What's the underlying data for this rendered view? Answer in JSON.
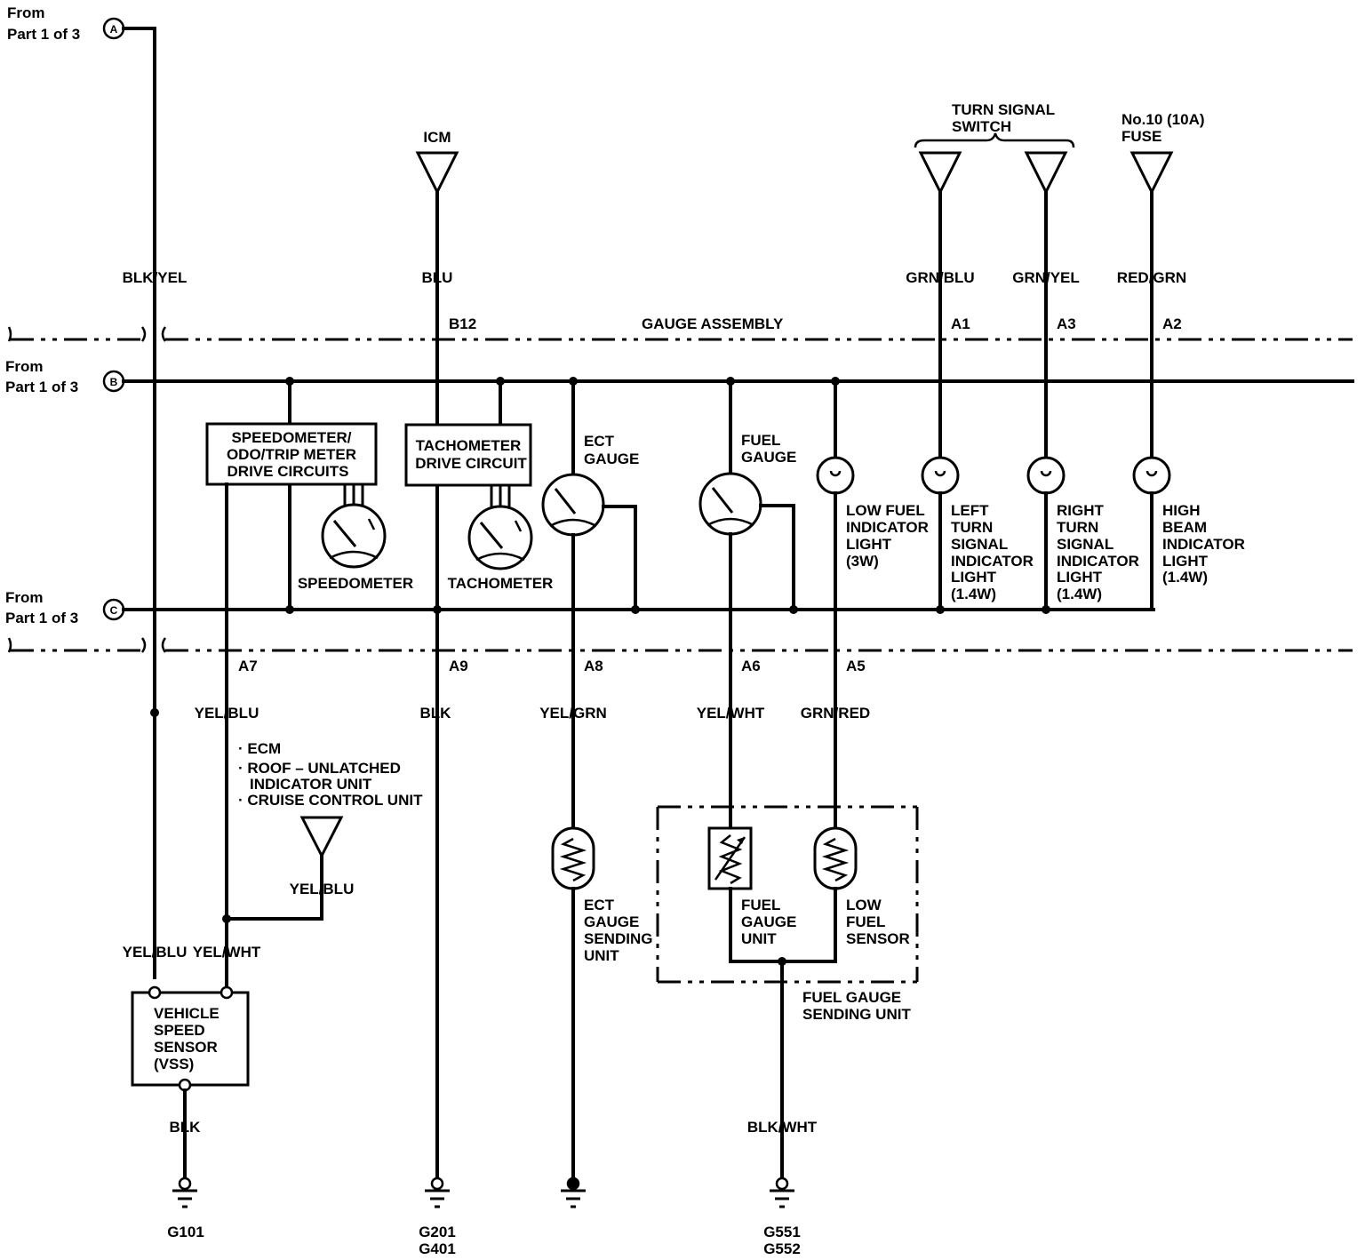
{
  "offpage": {
    "a": {
      "from": "From",
      "part": "Part  1 of 3",
      "letter": "A"
    },
    "b": {
      "from": "From",
      "part": "Part  1 of 3",
      "letter": "B"
    },
    "c": {
      "from": "From",
      "part": "Part  1 of 3",
      "letter": "C"
    }
  },
  "sources": {
    "icm": "ICM",
    "turn_signal_switch": [
      "TURN SIGNAL",
      "SWITCH"
    ],
    "fuse": [
      "No.10 (10A)",
      "FUSE"
    ],
    "ecm_list": [
      "· ECM",
      "· ROOF – UNLATCHED",
      "INDICATOR UNIT",
      "· CRUISE CONTROL UNIT"
    ]
  },
  "wires": {
    "blk_yel": "BLK/YEL",
    "blu": "BLU",
    "grn_blu": "GRN/BLU",
    "grn_yel": "GRN/YEL",
    "red_grn": "RED/GRN",
    "yel_blu_a7": "YEL/BLU",
    "blk_a9": "BLK",
    "yel_grn": "YEL/GRN",
    "yel_wht_a6": "YEL/WHT",
    "grn_red": "GRN/RED",
    "yel_blu_src": "YEL/BLU",
    "yel_blu_vss": "YEL/BLU",
    "yel_wht_vss": "YEL/WHT",
    "blk_vss": "BLK",
    "blk_wht": "BLK/WHT"
  },
  "gauge_assembly": {
    "title": "GAUGE ASSEMBLY",
    "pins_top": {
      "b12": "B12",
      "a1": "A1",
      "a3": "A3",
      "a2": "A2"
    },
    "pins_bottom": {
      "a7": "A7",
      "a9": "A9",
      "a8": "A8",
      "a6": "A6",
      "a5": "A5"
    }
  },
  "components": {
    "speedo_circuit": [
      "SPEEDOMETER/",
      "ODO/TRIP METER",
      "DRIVE CIRCUITS"
    ],
    "speedometer": "SPEEDOMETER",
    "tacho_circuit": [
      "TACHOMETER",
      "DRIVE CIRCUIT"
    ],
    "tachometer": "TACHOMETER",
    "ect_gauge": [
      "ECT",
      "GAUGE"
    ],
    "fuel_gauge": [
      "FUEL",
      "GAUGE"
    ],
    "low_fuel_light": [
      "LOW FUEL",
      "INDICATOR",
      "LIGHT",
      "(3W)"
    ],
    "left_turn_light": [
      "LEFT",
      "TURN",
      "SIGNAL",
      "INDICATOR",
      "LIGHT",
      "(1.4W)"
    ],
    "right_turn_light": [
      "RIGHT",
      "TURN",
      "SIGNAL",
      "INDICATOR",
      "LIGHT",
      "(1.4W)"
    ],
    "high_beam_light": [
      "HIGH",
      "BEAM",
      "INDICATOR",
      "LIGHT",
      "(1.4W)"
    ],
    "vss": [
      "VEHICLE",
      "SPEED",
      "SENSOR",
      "(VSS)"
    ],
    "ect_sender": [
      "ECT",
      "GAUGE",
      "SENDING",
      "UNIT"
    ],
    "fuel_gauge_unit": [
      "FUEL",
      "GAUGE",
      "UNIT"
    ],
    "low_fuel_sensor": [
      "LOW",
      "FUEL",
      "SENSOR"
    ],
    "fuel_sender": [
      "FUEL GAUGE",
      "SENDING UNIT"
    ]
  },
  "grounds": {
    "g101": [
      "G101"
    ],
    "g201": [
      "G201",
      "G401"
    ],
    "g551": [
      "G551",
      "G552"
    ]
  }
}
